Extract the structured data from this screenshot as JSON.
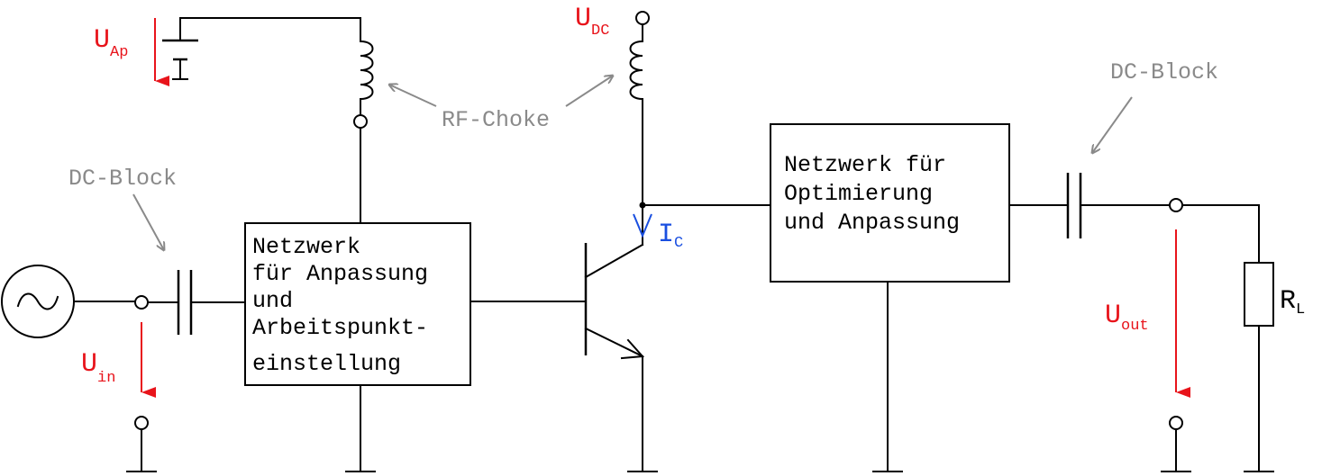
{
  "blocks": {
    "input_network": [
      "Netzwerk",
      "für Anpassung",
      "und",
      "Arbeitspunkt-",
      "einstellung"
    ],
    "output_network": [
      "Netzwerk für",
      "Optimierung",
      "und Anpassung"
    ]
  },
  "labels": {
    "dc_block_in": "DC-Block",
    "dc_block_out": "DC-Block",
    "rf_choke": "RF-Choke"
  },
  "voltages": {
    "u_ap": {
      "main": "U",
      "sub": "Ap"
    },
    "u_dc": {
      "main": "U",
      "sub": "DC"
    },
    "u_in": {
      "main": "U",
      "sub": "in"
    },
    "u_out": {
      "main": "U",
      "sub": "out"
    }
  },
  "current": {
    "main": "I",
    "sub": "C"
  },
  "resistor": {
    "main": "R",
    "sub": "L"
  },
  "colors": {
    "wire": "#000000",
    "annotation": "#8a8a8a",
    "voltage": "#e8141b",
    "current": "#1a4fe0"
  },
  "icons": {
    "source": "ac-source-icon",
    "capacitor": "capacitor-icon",
    "inductor": "inductor-icon",
    "transistor": "npn-transistor-icon",
    "resistor": "resistor-icon",
    "ground": "ground-icon",
    "battery": "battery-icon"
  }
}
